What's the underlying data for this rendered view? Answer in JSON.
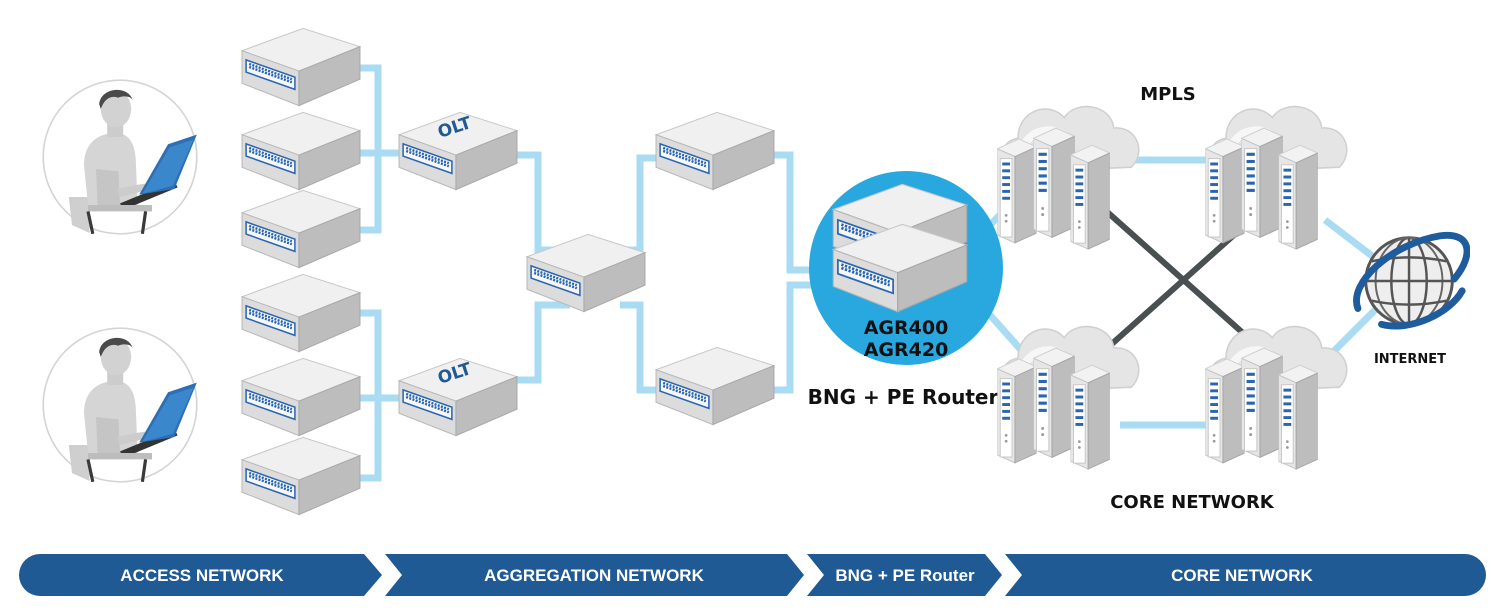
{
  "labels": {
    "mpls": "MPLS",
    "core_network": "CORE NETWORK",
    "internet": "INTERNET",
    "bng_pe_router": "BNG + PE Router",
    "bng_model_1": "AGR400",
    "bng_model_2": "AGR420",
    "olt": "OLT"
  },
  "bottom_bar": [
    {
      "label": "ACCESS NETWORK"
    },
    {
      "label": "AGGREGATION NETWORK"
    },
    {
      "label": "BNG + PE Router"
    },
    {
      "label": "CORE NETWORK"
    }
  ],
  "colors": {
    "link": "#a9dcf3",
    "core_cross_link": "#4a4f52",
    "highlight_circle": "#29a8e0",
    "bar": "#1f5a94",
    "device_top": "#eeeeee",
    "device_side": "#bfbfbf",
    "port_panel": "#2a66b0"
  },
  "icons": {
    "user": "user-with-laptop-icon",
    "switch": "switch-icon",
    "olt": "olt-device-icon",
    "router": "router-icon",
    "server_cloud": "server-cloud-icon",
    "globe": "globe-icon"
  }
}
